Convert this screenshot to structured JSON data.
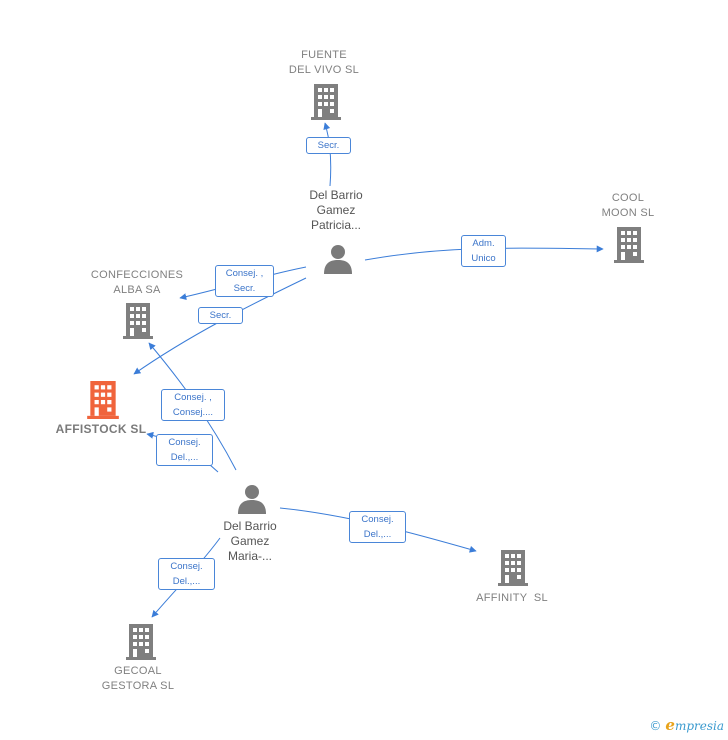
{
  "nodes": {
    "fuente": {
      "label_lines": [
        "FUENTE",
        "DEL VIVO SL"
      ],
      "kind": "company"
    },
    "cool": {
      "label_lines": [
        "COOL",
        "MOON SL"
      ],
      "kind": "company"
    },
    "confecciones": {
      "label_lines": [
        "CONFECCIONES",
        "ALBA SA"
      ],
      "kind": "company"
    },
    "affistock": {
      "label_lines": [
        "AFFISTOCK SL"
      ],
      "kind": "company-highlight"
    },
    "affinity": {
      "label_lines": [
        "AFFINITY  SL"
      ],
      "kind": "company"
    },
    "gecoal": {
      "label_lines": [
        "GECOAL",
        "GESTORA SL"
      ],
      "kind": "company"
    },
    "patricia": {
      "label_lines": [
        "Del Barrio",
        "Gamez",
        "Patricia..."
      ],
      "kind": "person"
    },
    "maria": {
      "label_lines": [
        "Del Barrio",
        "Gamez",
        "Maria-..."
      ],
      "kind": "person"
    }
  },
  "edges": [
    {
      "id": "e1",
      "lines": [
        "Secr."
      ]
    },
    {
      "id": "e2",
      "lines": [
        "Adm.",
        "Unico"
      ]
    },
    {
      "id": "e3",
      "lines": [
        "Consej. ,",
        "Secr."
      ]
    },
    {
      "id": "e4",
      "lines": [
        "Secr."
      ]
    },
    {
      "id": "e5",
      "lines": [
        "Consej. ,",
        "Consej...."
      ]
    },
    {
      "id": "e6",
      "lines": [
        "Consej.",
        "Del.,..."
      ]
    },
    {
      "id": "e7",
      "lines": [
        "Consej.",
        "Del.,..."
      ]
    },
    {
      "id": "e8",
      "lines": [
        "Consej.",
        "Del.,..."
      ]
    }
  ],
  "colors": {
    "edge": "#3b7dd8",
    "building": "#7f7f7f",
    "highlight": "#f0643c",
    "person": "#7a7a7a"
  },
  "footer": {
    "copyright": "©",
    "brand_e": "e",
    "brand_rest": "mpresia"
  }
}
